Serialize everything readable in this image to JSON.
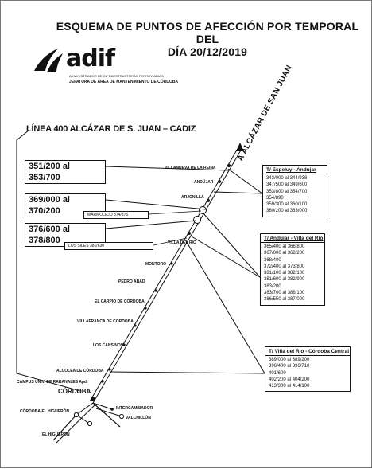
{
  "header": {
    "title_line1": "ESQUEMA DE PUNTOS DE AFECCIÓN POR TEMPORAL DEL",
    "title_line2": "DÍA 20/12/2019"
  },
  "logo": {
    "word": "adif",
    "subline1": "ADMINISTRADOR DE INFRAESTRUCTURAS FERROVIARIAS",
    "subline2": "JEFATURA DE ÁREA DE MANTENIMIENTO DE CÓRDOBA"
  },
  "diagram": {
    "line_title": "LÍNEA 400 ALCÁZAR DE S. JUAN – CADIZ",
    "direction_label": "A ALCÁZAR DE SAN JUAN",
    "km_boxes": [
      {
        "label": "351/200  al  353/700"
      },
      {
        "label": "369/000  al  370/200"
      },
      {
        "label": "376/600  al  378/800"
      }
    ],
    "small_boxes": [
      {
        "label": "MÁRMOLEJO 374/376"
      },
      {
        "label": "LOS SILES 381/630"
      }
    ],
    "stations": [
      "VILLANUEVA DE LA REINA",
      "ANDÚJAR",
      "ARJONILLA",
      "VILLA DEL RÍO",
      "MONTORO",
      "PEDRO ABAD",
      "EL CARPIO DE CÓRDOBA",
      "VILLAFRANCA DE CÓRDOBA",
      "LOS CANSINOS",
      "ALCOLEA DE CÓRDOBA",
      "CAMPUS UNIV. DE RABANALES Apd.",
      "CÓRDOBA",
      "CÓRDOBA-EL HIGUERÓN",
      "INTERCAMBIADOR",
      "VALCHILLÓN",
      "EL HIGUERÓN"
    ],
    "panels": [
      {
        "heading": "T/ Espeluy - Andujar",
        "rows": [
          "343/000  al  344/938",
          "347/500  al  349/600",
          "353/800  al  354/700",
          "354/890",
          "359/300  al  360/100",
          "360/200  al  363/000"
        ]
      },
      {
        "heading": "T/ Andujar - Villa del Rio",
        "rows": [
          "365/400  al  366/800",
          "367/000  al  368/200",
          "368/400",
          "372/400  al  373/800",
          "381/100  al  382/100",
          "381/600  al  382/900",
          "383/200",
          "383/700  al  386/100",
          "386/550  al  387/000"
        ]
      },
      {
        "heading": "T/ Villa del Río - Córdoba Central",
        "rows": [
          "389/000  al  389/200",
          "396/400  al  396/710",
          "401/600",
          "402/200  al  404/200",
          "413/300  al  414/100"
        ]
      }
    ]
  }
}
